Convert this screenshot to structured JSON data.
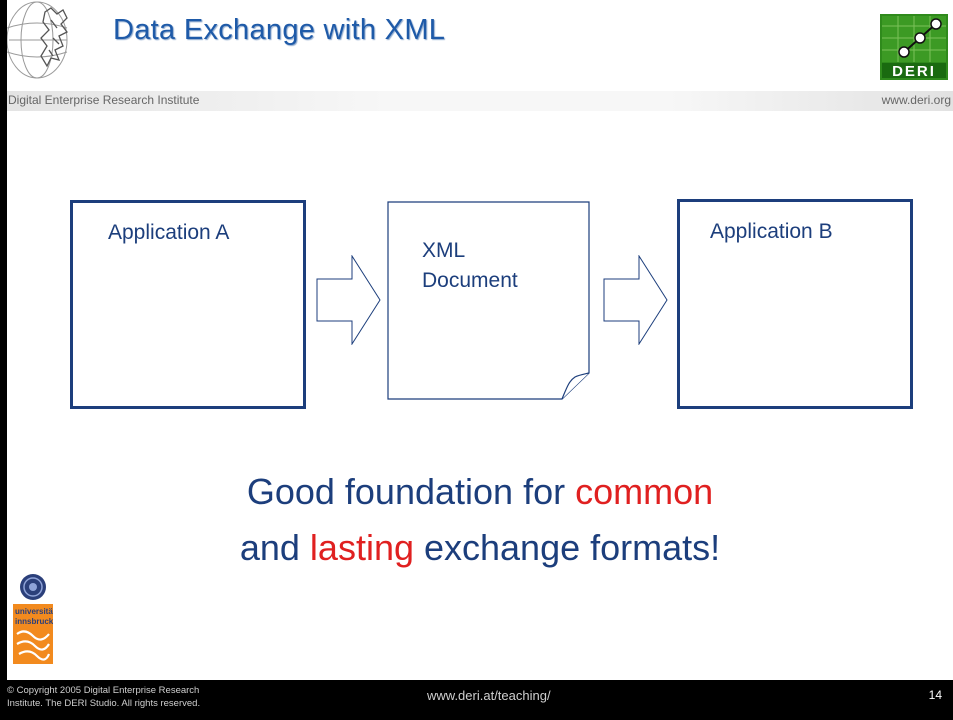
{
  "header": {
    "title": "Data Exchange with XML",
    "subtitle": "Digital Enterprise Research Institute",
    "website": "www.deri.org",
    "deri_logo_text": "DERI"
  },
  "diagram": {
    "application_a": "Application A",
    "xml_document_line1": "XML",
    "xml_document_line2": "Document",
    "application_b": "Application B"
  },
  "tagline": {
    "line1_part1": "Good foundation for ",
    "line1_highlight": "common",
    "line2_highlight": "lasting",
    "line2_part1": "and ",
    "line2_part2": " exchange formats!"
  },
  "uibk_logo_text": "universität innsbruck",
  "footer": {
    "copyright_line1": "© Copyright 2005 Digital Enterprise Research",
    "copyright_line2": "Institute. The DERI Studio. All rights reserved.",
    "url": "www.deri.at/teaching/",
    "page_number": "14"
  },
  "colors": {
    "title_blue": "#1e5aa8",
    "dark_blue": "#1c3e7c",
    "highlight_red": "#e02020",
    "deri_green": "#3a8a1a"
  }
}
